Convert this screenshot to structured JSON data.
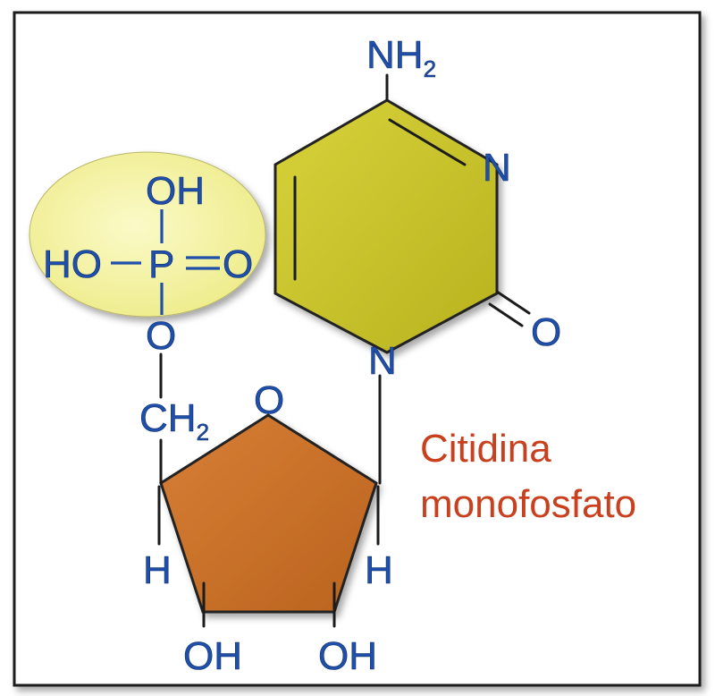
{
  "colors": {
    "frame": "#1a1a1a",
    "phosphate_highlight": "#f4f3a0",
    "base_ring": "#c9c42a",
    "sugar_ring": "#c8702a",
    "atom_labels": "#1f4fa8",
    "caption": "#c8401e"
  },
  "phosphate": {
    "oh_top": "OH",
    "ho_left": "HO",
    "p": "P",
    "o_double": "O",
    "o_ester": "O"
  },
  "linker": {
    "ch2": "CH",
    "ch2_sub": "2"
  },
  "base": {
    "nh2": "NH",
    "nh2_sub": "2",
    "n3": "N",
    "o2": "O",
    "n1": "N"
  },
  "sugar": {
    "ring_o": "O",
    "h_left": "H",
    "h_right": "H",
    "oh_left": "OH",
    "oh_right": "OH"
  },
  "caption": {
    "line1": "Citidina",
    "line2": "monofosfato"
  }
}
